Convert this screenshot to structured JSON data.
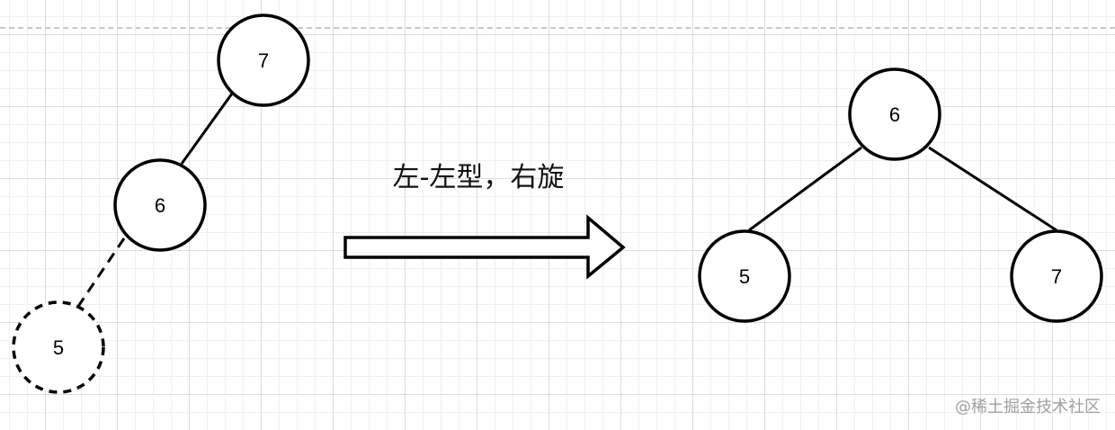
{
  "diagram": {
    "caption": "左-左型，右旋",
    "before_tree": {
      "nodes": [
        {
          "id": "b7",
          "label": "7",
          "style": "solid"
        },
        {
          "id": "b6",
          "label": "6",
          "style": "solid"
        },
        {
          "id": "b5",
          "label": "5",
          "style": "dashed"
        }
      ],
      "edges": [
        {
          "from": "7",
          "to": "6",
          "style": "solid"
        },
        {
          "from": "6",
          "to": "5",
          "style": "dashed"
        }
      ]
    },
    "after_tree": {
      "nodes": [
        {
          "id": "a6",
          "label": "6",
          "style": "solid"
        },
        {
          "id": "a5",
          "label": "5",
          "style": "solid"
        },
        {
          "id": "a7",
          "label": "7",
          "style": "solid"
        }
      ],
      "edges": [
        {
          "from": "6",
          "to": "5",
          "style": "solid"
        },
        {
          "from": "6",
          "to": "7",
          "style": "solid"
        }
      ]
    },
    "arrow_direction": "right"
  },
  "watermark": "@稀土掘金技术社区",
  "colors": {
    "stroke": "#000000",
    "grid": "#dcdcdc",
    "watermark": "#a0a0a0"
  }
}
